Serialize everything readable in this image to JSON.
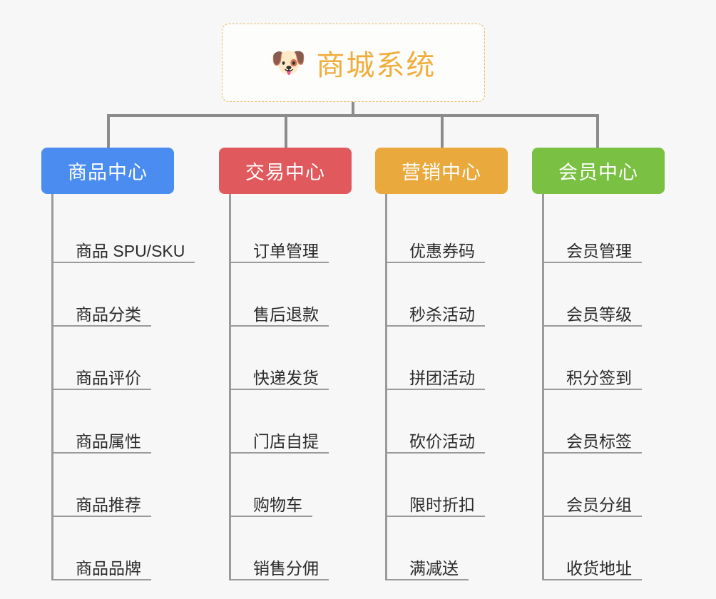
{
  "background_color": "#f7f7f8",
  "root": {
    "icon": "shiba-dog-face-emoji",
    "emoji": "🐶",
    "title": "商城系统",
    "title_color": "#f0ad3c",
    "border_color": "#e8b962"
  },
  "connector_color": "#8c8c8c",
  "columns": [
    {
      "id": "product-center",
      "label": "商品中心",
      "color": "#4a8cf0",
      "leaves": [
        {
          "label": "商品 SPU/SKU"
        },
        {
          "label": "商品分类"
        },
        {
          "label": "商品评价"
        },
        {
          "label": "商品属性"
        },
        {
          "label": "商品推荐"
        },
        {
          "label": "商品品牌"
        }
      ]
    },
    {
      "id": "trade-center",
      "label": "交易中心",
      "color": "#e0595c",
      "leaves": [
        {
          "label": "订单管理"
        },
        {
          "label": "售后退款"
        },
        {
          "label": "快递发货"
        },
        {
          "label": "门店自提"
        },
        {
          "label": "购物车"
        },
        {
          "label": "销售分佣"
        }
      ]
    },
    {
      "id": "marketing-center",
      "label": "营销中心",
      "color": "#eaa93c",
      "leaves": [
        {
          "label": "优惠券码"
        },
        {
          "label": "秒杀活动"
        },
        {
          "label": "拼团活动"
        },
        {
          "label": "砍价活动"
        },
        {
          "label": "限时折扣"
        },
        {
          "label": "满减送"
        }
      ]
    },
    {
      "id": "member-center",
      "label": "会员中心",
      "color": "#7ac143",
      "leaves": [
        {
          "label": "会员管理"
        },
        {
          "label": "会员等级"
        },
        {
          "label": "积分签到"
        },
        {
          "label": "会员标签"
        },
        {
          "label": "会员分组"
        },
        {
          "label": "收货地址"
        }
      ]
    }
  ]
}
